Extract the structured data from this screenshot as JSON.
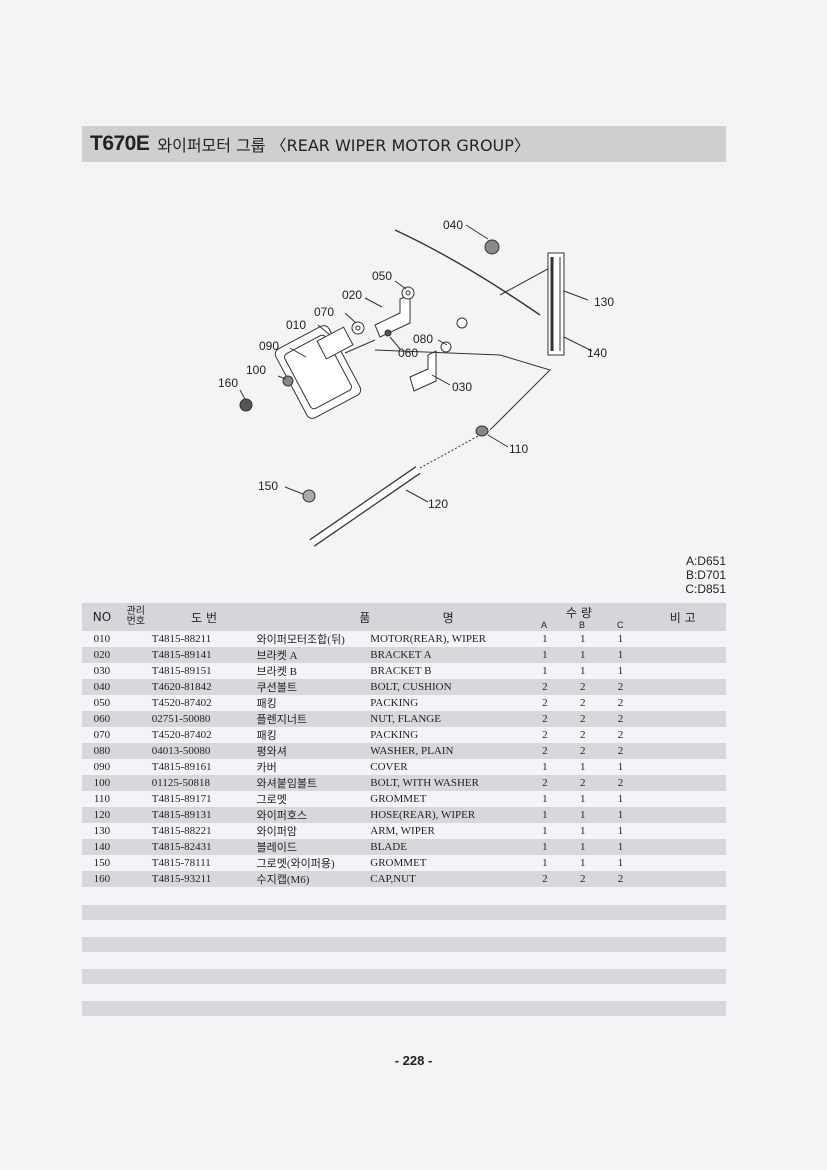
{
  "title": {
    "code": "T670E",
    "text": "와이퍼모터 그룹 〈REAR WIPER MOTOR GROUP〉"
  },
  "diagram": {
    "callouts": [
      "040",
      "050",
      "020",
      "070",
      "010",
      "090",
      "100",
      "160",
      "080",
      "060",
      "030",
      "130",
      "140",
      "110",
      "150",
      "120"
    ]
  },
  "models": [
    "A:D651",
    "B:D701",
    "C:D851"
  ],
  "table": {
    "headers": {
      "no": "NO",
      "mgmt_top": "관리",
      "mgmt_bottom": "번호",
      "part_no": "도  번",
      "name_left": "품",
      "name_right": "명",
      "qty": "수  량",
      "qty_a": "A",
      "qty_b": "B",
      "qty_c": "C",
      "note": "비 고"
    },
    "rows": [
      {
        "no": "010",
        "part": "T4815-88211",
        "kname": "와이퍼모터조합(뒤)",
        "ename": "MOTOR(REAR), WIPER",
        "a": "1",
        "b": "1",
        "c": "1"
      },
      {
        "no": "020",
        "part": "T4815-89141",
        "kname": "브라켓 A",
        "ename": "BRACKET A",
        "a": "1",
        "b": "1",
        "c": "1"
      },
      {
        "no": "030",
        "part": "T4815-89151",
        "kname": "브라켓 B",
        "ename": "BRACKET B",
        "a": "1",
        "b": "1",
        "c": "1"
      },
      {
        "no": "040",
        "part": "T4620-81842",
        "kname": "쿠션볼트",
        "ename": "BOLT, CUSHION",
        "a": "2",
        "b": "2",
        "c": "2"
      },
      {
        "no": "050",
        "part": "T4520-87402",
        "kname": "패킹",
        "ename": "PACKING",
        "a": "2",
        "b": "2",
        "c": "2"
      },
      {
        "no": "060",
        "part": "02751-50080",
        "kname": "플렌지너트",
        "ename": "NUT, FLANGE",
        "a": "2",
        "b": "2",
        "c": "2"
      },
      {
        "no": "070",
        "part": "T4520-87402",
        "kname": "패킹",
        "ename": "PACKING",
        "a": "2",
        "b": "2",
        "c": "2"
      },
      {
        "no": "080",
        "part": "04013-50080",
        "kname": "평와셔",
        "ename": "WASHER, PLAIN",
        "a": "2",
        "b": "2",
        "c": "2"
      },
      {
        "no": "090",
        "part": "T4815-89161",
        "kname": "카버",
        "ename": "COVER",
        "a": "1",
        "b": "1",
        "c": "1"
      },
      {
        "no": "100",
        "part": "01125-50818",
        "kname": "와셔붙임볼트",
        "ename": "BOLT, WITH WASHER",
        "a": "2",
        "b": "2",
        "c": "2"
      },
      {
        "no": "110",
        "part": "T4815-89171",
        "kname": "그로멧",
        "ename": "GROMMET",
        "a": "1",
        "b": "1",
        "c": "1"
      },
      {
        "no": "120",
        "part": "T4815-89131",
        "kname": "와이퍼호스",
        "ename": "HOSE(REAR), WIPER",
        "a": "1",
        "b": "1",
        "c": "1"
      },
      {
        "no": "130",
        "part": "T4815-88221",
        "kname": "와이퍼암",
        "ename": "ARM, WIPER",
        "a": "1",
        "b": "1",
        "c": "1"
      },
      {
        "no": "140",
        "part": "T4815-82431",
        "kname": "블레이드",
        "ename": "BLADE",
        "a": "1",
        "b": "1",
        "c": "1"
      },
      {
        "no": "150",
        "part": "T4815-78111",
        "kname": "그로멧(와이퍼용)",
        "ename": "GROMMET",
        "a": "1",
        "b": "1",
        "c": "1"
      },
      {
        "no": "160",
        "part": "T4815-93211",
        "kname": "수지캡(M6)",
        "ename": "CAP,NUT",
        "a": "2",
        "b": "2",
        "c": "2"
      }
    ]
  },
  "page_number": "- 228 -"
}
